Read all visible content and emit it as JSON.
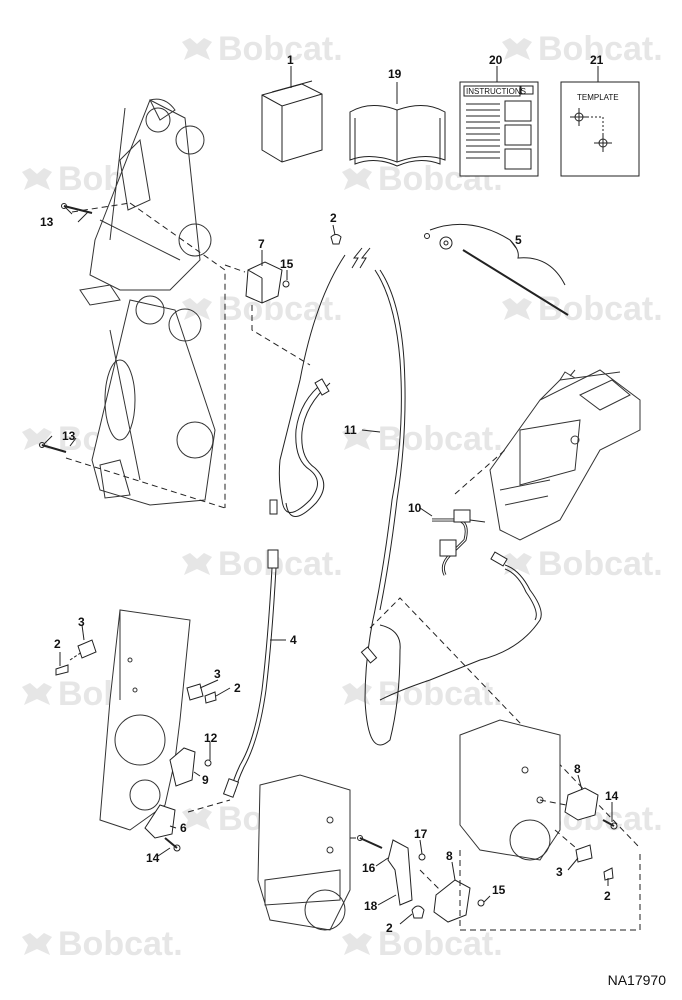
{
  "watermark": {
    "text": "Bobcat."
  },
  "document": {
    "instructions_label": "INSTRUCTIONS",
    "template_label": "TEMPLATE",
    "drawing_number": "NA17970"
  },
  "callouts": {
    "c1": "1",
    "c19": "19",
    "c20": "20",
    "c21": "21",
    "c13a": "13",
    "c13b": "13",
    "c2a": "2",
    "c7": "7",
    "c15a": "15",
    "c5": "5",
    "c11": "11",
    "c10": "10",
    "c3a": "3",
    "c2b": "2",
    "c3b": "3",
    "c2c": "2",
    "c12": "12",
    "c9": "9",
    "c6": "6",
    "c14a": "14",
    "c4": "4",
    "c8a": "8",
    "c14b": "14",
    "c3c": "3",
    "c2d": "2",
    "c17": "17",
    "c16": "16",
    "c8b": "8",
    "c15b": "15",
    "c18": "18",
    "c2e": "2"
  }
}
